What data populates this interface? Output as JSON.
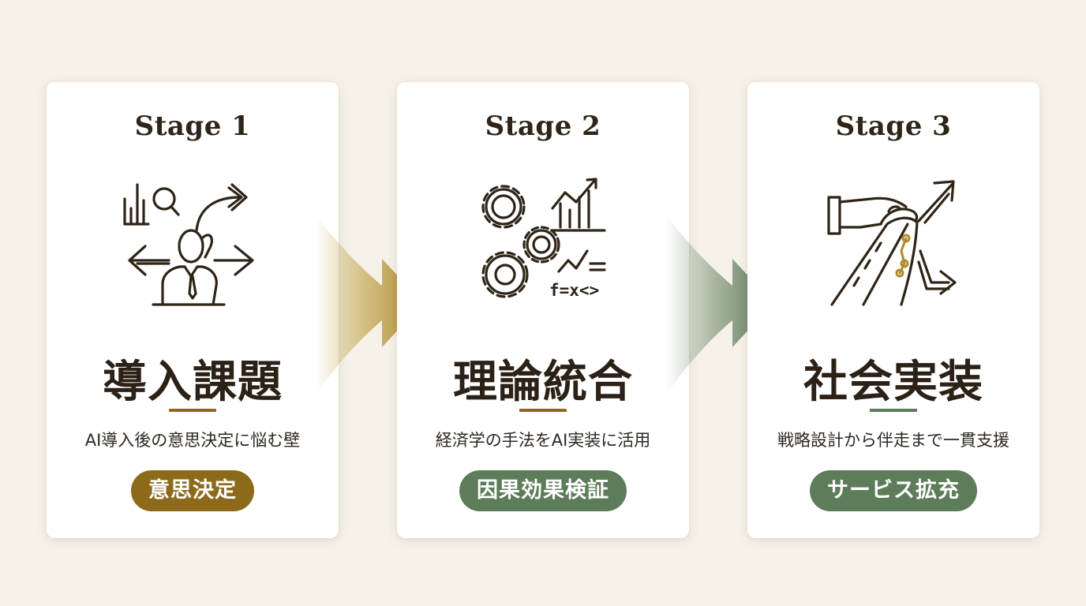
{
  "stages": [
    {
      "label": "Stage 1",
      "title": "導入課題",
      "description": "AI導入後の意思決定に悩む壁",
      "badge": "意思決定",
      "icon": "confused-person-arrows-icon",
      "accent": "#8c6a1a"
    },
    {
      "label": "Stage 2",
      "title": "理論統合",
      "description": "経済学の手法をAI実装に活用",
      "badge": "因果効果検証",
      "icon": "gears-chart-formula-icon",
      "icon_text": "f=x<>",
      "accent": "#5d7c59"
    },
    {
      "label": "Stage 3",
      "title": "社会実装",
      "description": "戦略設計から伴走まで一貫支援",
      "badge": "サービス拡充",
      "icon": "hand-road-arrows-icon",
      "accent": "#5d7c59"
    }
  ],
  "colors": {
    "background": "#f6f2e9",
    "card": "#ffffff",
    "text": "#2b2116",
    "gold": "#8c6a1a",
    "green": "#5d7c59",
    "arrow_1": "#b89530",
    "arrow_2": "#5d7c59"
  }
}
